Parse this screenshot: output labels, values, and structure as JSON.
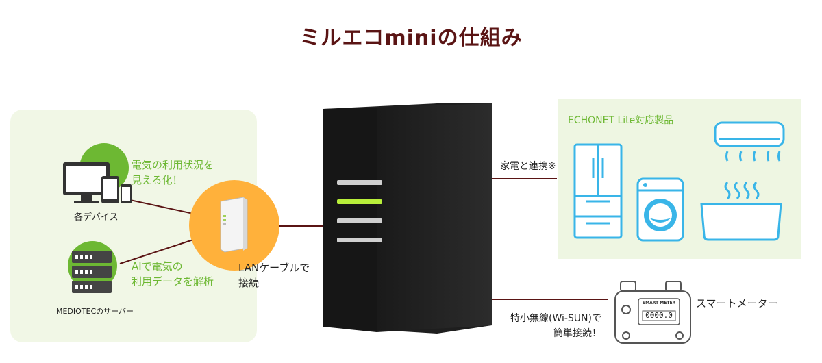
{
  "title": "ミルエコminiの仕組み",
  "left_panel": {
    "devices_caption": "電気の利用状況を\n見える化！",
    "devices_label": "各デバイス",
    "server_caption": "AIで電気の\n利用データを解析",
    "server_label": "MEDIOTECのサーバー"
  },
  "center": {
    "lan_caption": "LANケーブルで\n接続"
  },
  "right_panel": {
    "title": "ECHONET Lite対応製品",
    "link_caption": "家電と連携※"
  },
  "meter": {
    "label": "スマートメーター",
    "caption": "特小無線(Wi-SUN)で\n簡単接続！",
    "screen_title": "SMART METER",
    "screen_value": "0000.0"
  },
  "colors": {
    "title": "#5a1414",
    "accent_green": "#6db833",
    "appliance_blue": "#39b5e8",
    "hub_orange": "#ffb13b"
  }
}
